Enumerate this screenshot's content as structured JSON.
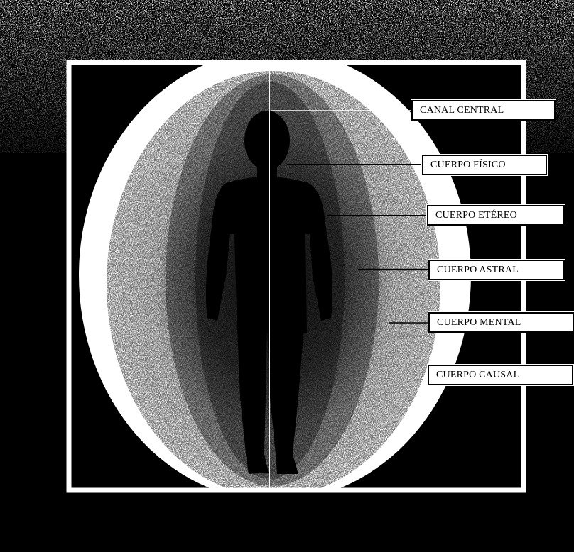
{
  "labels": {
    "canal_central": "CANAL CENTRAL",
    "cuerpo_fisico": "CUERPO FÍSICO",
    "cuerpo_etereo": "CUERPO ETÉREO",
    "cuerpo_astral": "CUERPO ASTRAL",
    "cuerpo_mental": "CUERPO MENTAL",
    "cuerpo_causal": "CUERPO CAUSAL"
  },
  "colors": {
    "background": "#000000",
    "aura": "#ffffff",
    "frame": "#ffffff",
    "figure": "#000000"
  }
}
